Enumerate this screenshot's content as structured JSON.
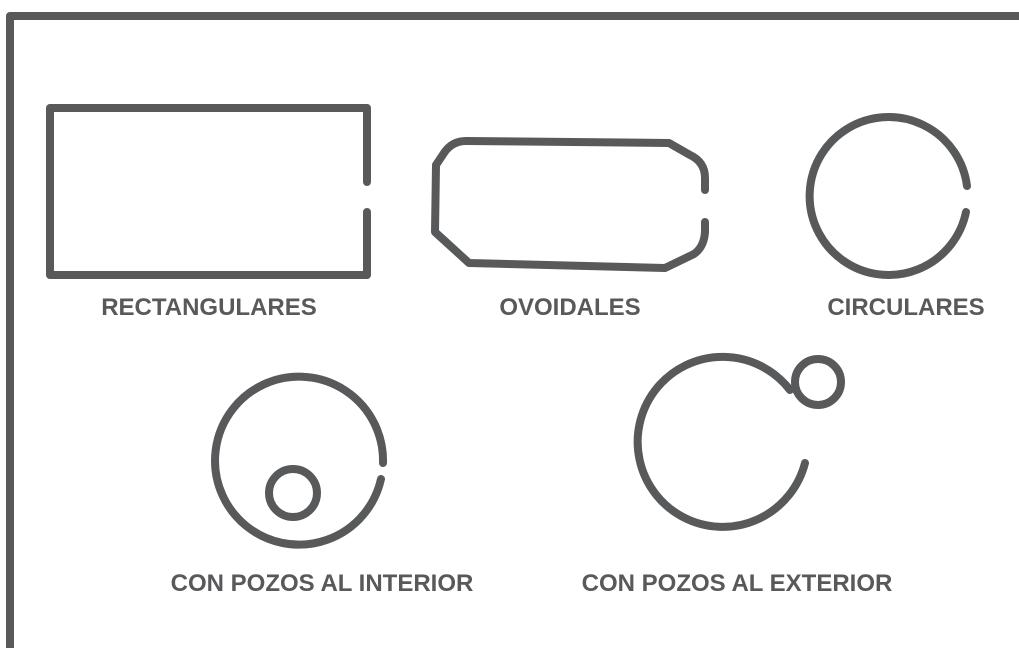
{
  "colors": {
    "stroke": "#58595b",
    "background": "#ffffff"
  },
  "labels": {
    "rectangular": "RECTANGULARES",
    "ovoid": "OVOIDALES",
    "circular": "CIRCULARES",
    "inner_wells": "CON POZOS AL INTERIOR",
    "outer_wells": "CON POZOS AL EXTERIOR"
  }
}
